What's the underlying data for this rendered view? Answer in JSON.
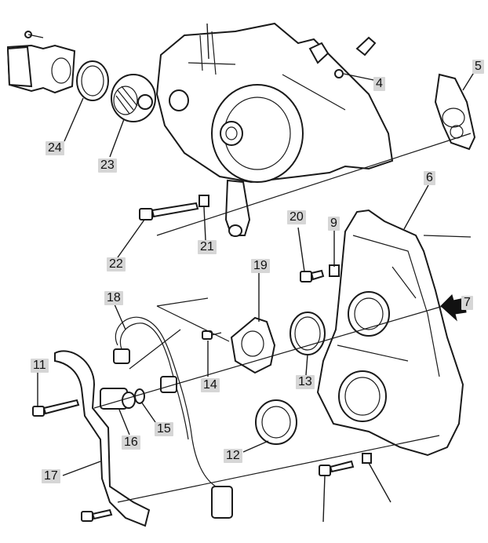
{
  "diagram": {
    "callouts": [
      {
        "id": "1",
        "label": "4"
      },
      {
        "id": "2",
        "label": "5"
      },
      {
        "id": "3",
        "label": "6"
      },
      {
        "id": "4",
        "label": "7"
      },
      {
        "id": "5",
        "label": "9"
      },
      {
        "id": "6",
        "label": "11"
      },
      {
        "id": "7",
        "label": "12"
      },
      {
        "id": "8",
        "label": "13"
      },
      {
        "id": "9",
        "label": "14"
      },
      {
        "id": "10",
        "label": "15"
      },
      {
        "id": "11",
        "label": "16"
      },
      {
        "id": "12",
        "label": "17"
      },
      {
        "id": "13",
        "label": "18"
      },
      {
        "id": "14",
        "label": "19"
      },
      {
        "id": "15",
        "label": "20"
      },
      {
        "id": "16",
        "label": "21"
      },
      {
        "id": "17",
        "label": "22"
      },
      {
        "id": "18",
        "label": "23"
      },
      {
        "id": "19",
        "label": "24"
      }
    ],
    "colors": {
      "line": "#1a1a1a",
      "callout_bg": "#d6d6d6",
      "arrow": "#111111"
    }
  }
}
